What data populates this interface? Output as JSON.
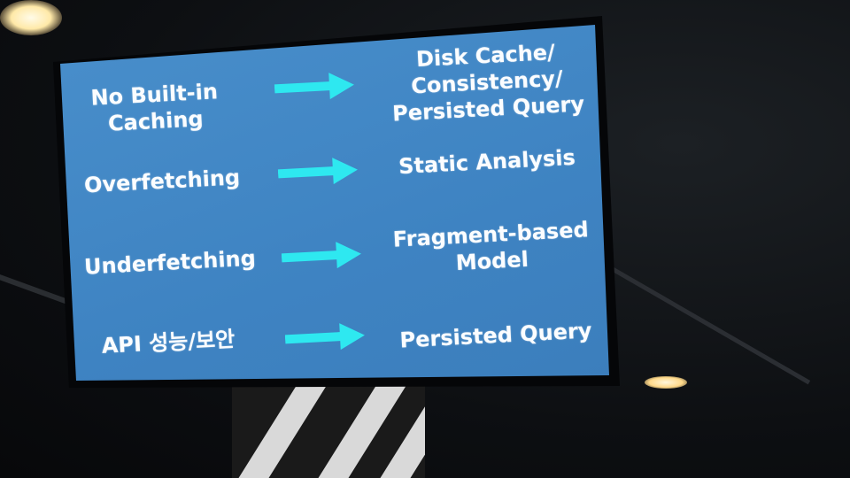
{
  "slide": {
    "rows": [
      {
        "problem": "No Built-in\nCaching",
        "problem_lines": [
          "No Built-in",
          "Caching"
        ],
        "solution_lines": [
          "Disk Cache/",
          "Consistency/",
          "Persisted Query"
        ]
      },
      {
        "problem_lines": [
          "Overfetching"
        ],
        "solution_lines": [
          "Static Analysis"
        ]
      },
      {
        "problem_lines": [
          "Underfetching"
        ],
        "solution_lines": [
          "Fragment-based",
          "Model"
        ]
      },
      {
        "problem_lines": [
          "API 성능/보안"
        ],
        "solution_lines": [
          "Persisted Query"
        ]
      }
    ],
    "arrow_color": "#2ee8f0",
    "background_color": "#3f86c6"
  }
}
